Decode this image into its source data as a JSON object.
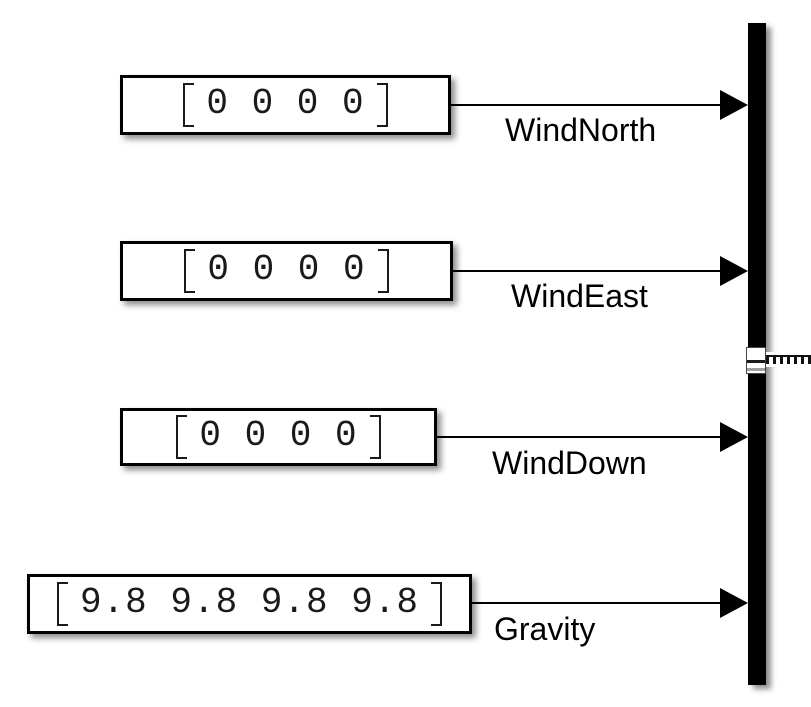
{
  "diagram": {
    "kind": "block-diagram",
    "colors": {
      "background": "#ffffff",
      "stroke": "#000000",
      "block_fill": "#ffffff"
    },
    "constant_blocks": [
      {
        "value": "0 0 0 0",
        "signal_label": "WindNorth"
      },
      {
        "value": "0 0 0 0",
        "signal_label": "WindEast"
      },
      {
        "value": "0 0 0 0",
        "signal_label": "WindDown"
      },
      {
        "value": "9.8 9.8 9.8 9.8",
        "signal_label": "Gravity"
      }
    ]
  }
}
